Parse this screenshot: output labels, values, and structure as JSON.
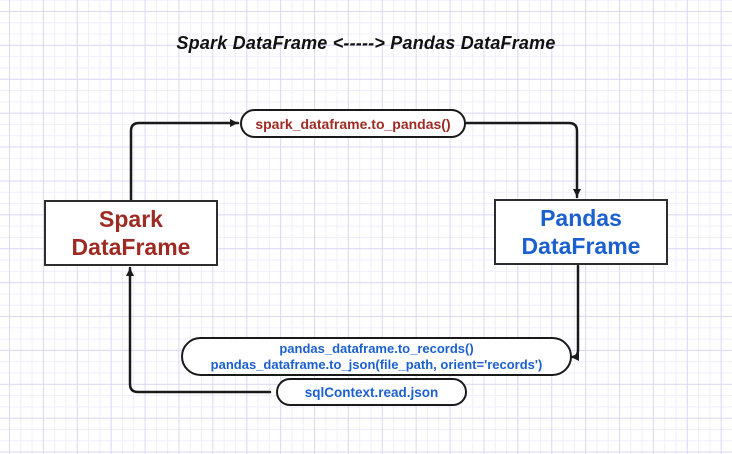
{
  "title": "Spark DataFrame <-----> Pandas DataFrame",
  "colors": {
    "spark_text": "#9e2b23",
    "pandas_text": "#1c60cf",
    "wire": "#1a1a1a",
    "node_fill": "#ffffff",
    "grid_minor": "#efeefb",
    "grid_major": "#dcdaf3"
  },
  "nodes": {
    "spark_box": {
      "line1": "Spark",
      "line2": "DataFrame"
    },
    "pandas_box": {
      "line1": "Pandas",
      "line2": "DataFrame"
    },
    "to_pandas_pill": {
      "label": "spark_dataframe.to_pandas()"
    },
    "to_records_pill": {
      "line1": "pandas_dataframe.to_records()",
      "line2": "pandas_dataframe.to_json(file_path, orient='records')"
    },
    "read_json_pill": {
      "label": "sqlContext.read.json"
    }
  },
  "edges": [
    {
      "from": "spark_box",
      "to": "to_pandas_pill",
      "direction": "right"
    },
    {
      "from": "to_pandas_pill",
      "to": "pandas_box",
      "direction": "down"
    },
    {
      "from": "pandas_box",
      "to": "to_records_pill",
      "direction": "left"
    },
    {
      "from": "read_json_pill",
      "to": "spark_box",
      "direction": "up"
    }
  ]
}
